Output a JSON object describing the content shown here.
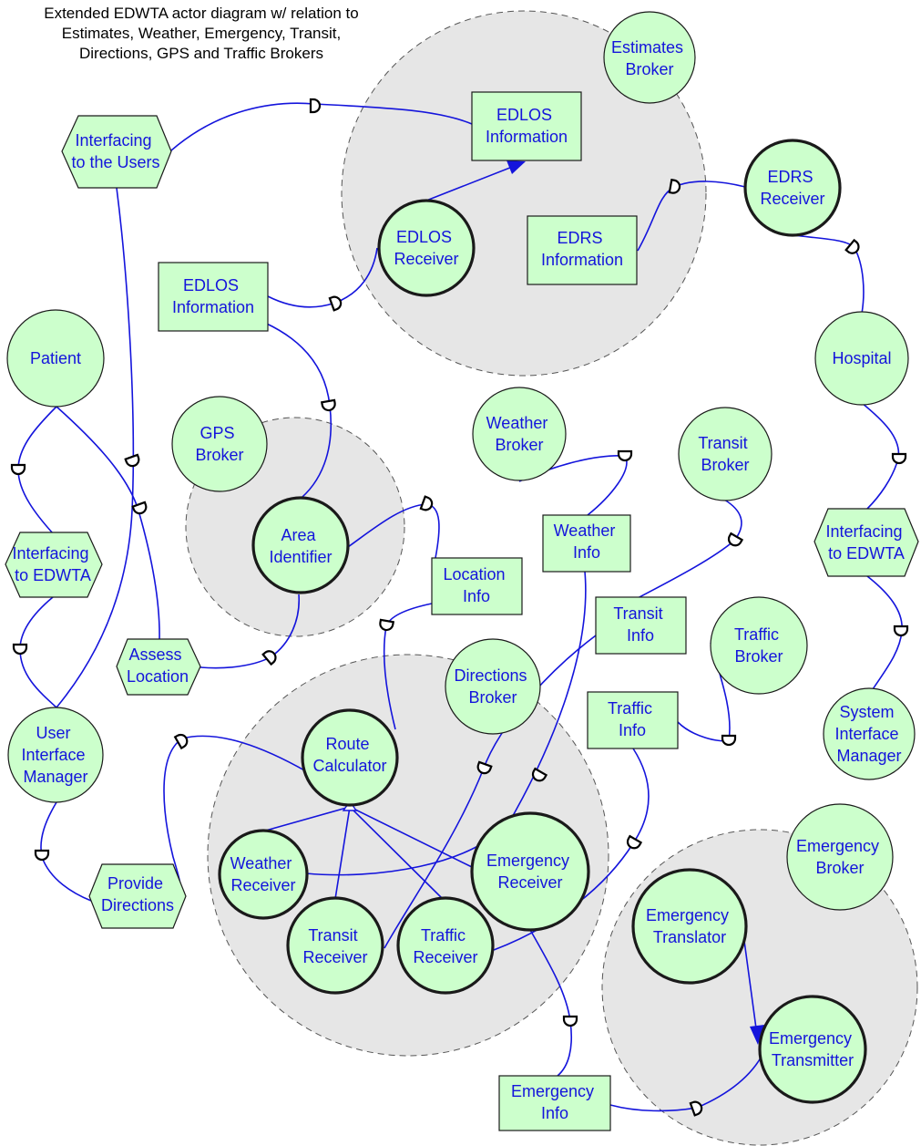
{
  "title": {
    "lines": [
      "Extended EDWTA actor diagram w/ relation to",
      "Estimates, Weather, Emergency, Transit,",
      "Directions, GPS and Traffic Brokers"
    ]
  },
  "colors": {
    "node_fill": "#ccffcc",
    "node_stroke": "#1a1a1a",
    "label_text": "#1414dc",
    "link": "#1414dc",
    "boundary_fill": "#e6e6e6",
    "boundary_stroke": "#555555",
    "title_text": "#000000"
  },
  "nodes": {
    "estimates_broker": {
      "kind": "actor",
      "lines": [
        "Estimates",
        "Broker"
      ]
    },
    "edlos_info_top": {
      "kind": "resource",
      "lines": [
        "EDLOS",
        "Information"
      ]
    },
    "interfacing_users": {
      "kind": "goal",
      "lines": [
        "Interfacing",
        "to the Users"
      ]
    },
    "edlos_receiver": {
      "kind": "agent",
      "lines": [
        "EDLOS",
        "Receiver"
      ]
    },
    "edrs_info": {
      "kind": "resource",
      "lines": [
        "EDRS",
        "Information"
      ]
    },
    "edrs_receiver": {
      "kind": "agent",
      "lines": [
        "EDRS",
        "Receiver"
      ]
    },
    "edlos_info_left": {
      "kind": "resource",
      "lines": [
        "EDLOS",
        "Information"
      ]
    },
    "patient": {
      "kind": "actor",
      "lines": [
        "Patient"
      ]
    },
    "hospital": {
      "kind": "actor",
      "lines": [
        "Hospital"
      ]
    },
    "gps_broker": {
      "kind": "actor",
      "lines": [
        "GPS",
        "Broker"
      ]
    },
    "weather_broker": {
      "kind": "actor",
      "lines": [
        "Weather",
        "Broker"
      ]
    },
    "transit_broker": {
      "kind": "actor",
      "lines": [
        "Transit",
        "Broker"
      ]
    },
    "area_identifier": {
      "kind": "agent",
      "lines": [
        "Area",
        "Identifier"
      ]
    },
    "interfacing_edwta_left": {
      "kind": "goal",
      "lines": [
        "Interfacing",
        "to EDWTA"
      ]
    },
    "interfacing_edwta_right": {
      "kind": "goal",
      "lines": [
        "Interfacing",
        "to EDWTA"
      ]
    },
    "weather_info": {
      "kind": "resource",
      "lines": [
        "Weather",
        "Info"
      ]
    },
    "location_info": {
      "kind": "resource",
      "lines": [
        "Location",
        "Info"
      ]
    },
    "transit_info": {
      "kind": "resource",
      "lines": [
        "Transit",
        "Info"
      ]
    },
    "traffic_broker": {
      "kind": "actor",
      "lines": [
        "Traffic",
        "Broker"
      ]
    },
    "assess_location": {
      "kind": "goal",
      "lines": [
        "Assess",
        "Location"
      ]
    },
    "directions_broker": {
      "kind": "actor",
      "lines": [
        "Directions",
        "Broker"
      ]
    },
    "traffic_info": {
      "kind": "resource",
      "lines": [
        "Traffic",
        "Info"
      ]
    },
    "system_interface_manager": {
      "kind": "actor",
      "lines": [
        "System",
        "Interface",
        "Manager"
      ]
    },
    "user_interface_manager": {
      "kind": "actor",
      "lines": [
        "User",
        "Interface",
        "Manager"
      ]
    },
    "route_calculator": {
      "kind": "agent",
      "lines": [
        "Route",
        "Calculator"
      ]
    },
    "weather_receiver": {
      "kind": "agent",
      "lines": [
        "Weather",
        "Receiver"
      ]
    },
    "emergency_receiver": {
      "kind": "agent",
      "lines": [
        "Emergency",
        "Receiver"
      ]
    },
    "emergency_broker": {
      "kind": "actor",
      "lines": [
        "Emergency",
        "Broker"
      ]
    },
    "provide_directions": {
      "kind": "goal",
      "lines": [
        "Provide",
        "Directions"
      ]
    },
    "emergency_translator": {
      "kind": "agent",
      "lines": [
        "Emergency",
        "Translator"
      ]
    },
    "transit_receiver": {
      "kind": "agent",
      "lines": [
        "Transit",
        "Receiver"
      ]
    },
    "traffic_receiver": {
      "kind": "agent",
      "lines": [
        "Traffic",
        "Receiver"
      ]
    },
    "emergency_transmitter": {
      "kind": "agent",
      "lines": [
        "Emergency",
        "Transmitter"
      ]
    },
    "emergency_info": {
      "kind": "resource",
      "lines": [
        "Emergency",
        "Info"
      ]
    }
  }
}
